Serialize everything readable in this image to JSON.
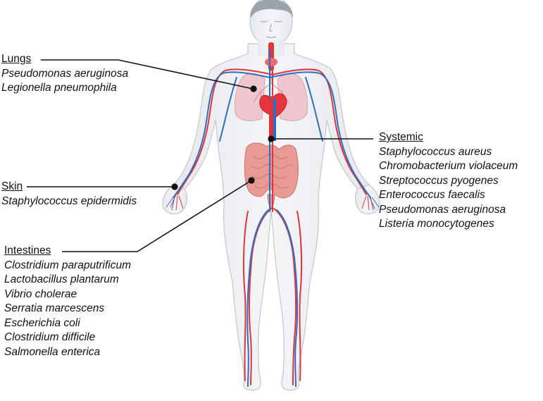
{
  "labels": {
    "lungs": {
      "heading": "Lungs",
      "organisms": [
        "Pseudomonas aeruginosa",
        "Legionella pneumophila"
      ]
    },
    "skin": {
      "heading": "Skin",
      "organisms": [
        "Staphylococcus epidermidis"
      ]
    },
    "intestines": {
      "heading": "Intestines",
      "organisms": [
        "Clostridium paraputrificum",
        "Lactobacillus plantarum",
        "Vibrio cholerae",
        "Serratia marcescens",
        "Escherichia coli",
        "Clostridium difficile",
        "Salmonella enterica"
      ]
    },
    "systemic": {
      "heading": "Systemic",
      "organisms": [
        "Staphylococcus aureus",
        "Chromobacterium violaceum",
        "Streptococcus pyogenes",
        "Enterococcus faecalis",
        "Pseudomonas aeruginosa",
        "Listeria monocytogenes"
      ]
    }
  },
  "colors": {
    "artery": "#e0343f",
    "vein": "#2d6fc4",
    "body_fill": "#eef0f3",
    "body_outline": "#c3c7cd",
    "lung_fill": "#f1c7cf",
    "intestine_fill": "#e89a94",
    "heart": "#e8343c",
    "leader_line": "#111111"
  }
}
